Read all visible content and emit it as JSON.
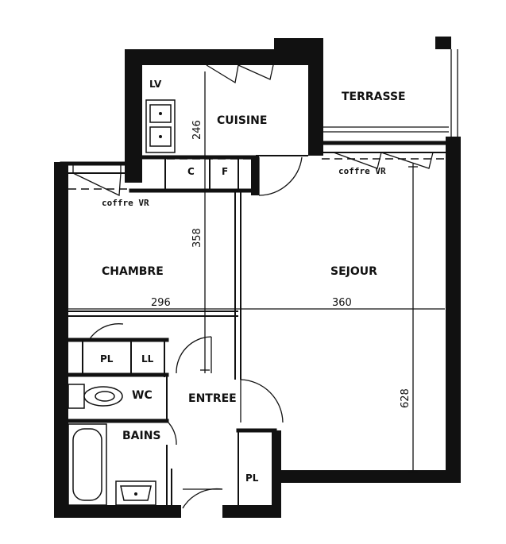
{
  "rooms": {
    "terrasse": "TERRASSE",
    "cuisine": "CUISINE",
    "chambre": "CHAMBRE",
    "sejour": "SEJOUR",
    "entree": "ENTREE",
    "wc": "WC",
    "bains": "BAINS"
  },
  "fixtures": {
    "lv": "LV",
    "c": "C",
    "f": "F",
    "pl_top": "PL",
    "ll": "LL",
    "pl_bottom": "PL"
  },
  "notes": {
    "coffre_vr_chambre": "coffre VR",
    "coffre_vr_sejour": "coffre VR"
  },
  "dimensions": {
    "cuisine_width": "246",
    "chambre_depth": "358",
    "chambre_width": "296",
    "sejour_width": "360",
    "sejour_depth": "628"
  }
}
